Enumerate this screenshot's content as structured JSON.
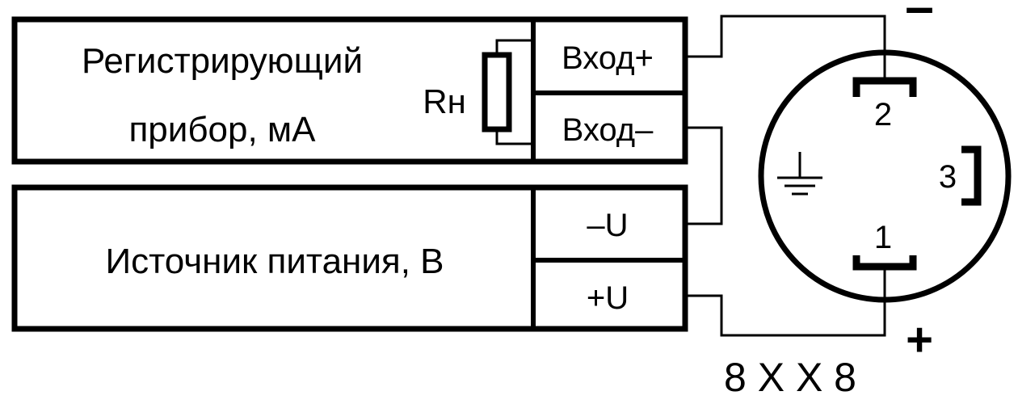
{
  "recorder": {
    "title_line1": "Регистрирующий",
    "title_line2": "прибор, мА",
    "resistor_label": "Rн",
    "terminal_in_plus": "Вход+",
    "terminal_in_minus": "Вход–"
  },
  "power_supply": {
    "title": "Источник питания, В",
    "terminal_minus": "–U",
    "terminal_plus": "+U"
  },
  "connector": {
    "pin_2": "2",
    "pin_3": "3",
    "pin_1": "1",
    "minus_sign": "–",
    "plus_sign": "+",
    "size_label": "8 X X 8",
    "ground_symbol": "ground-icon"
  },
  "colors": {
    "line": "#000000",
    "background": "#ffffff"
  }
}
